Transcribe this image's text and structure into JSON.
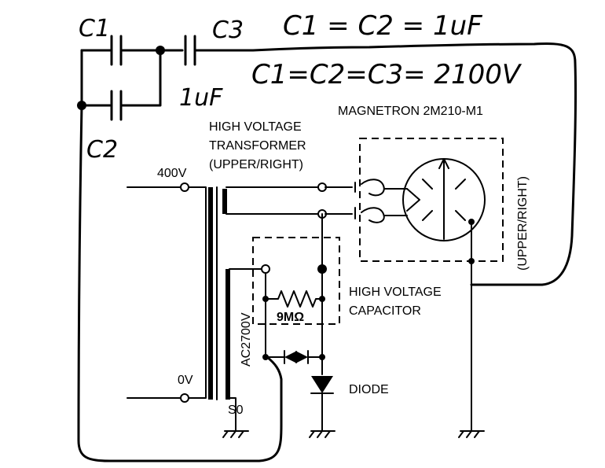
{
  "handwritten": {
    "c1": "C1",
    "c2": "C2",
    "c3": "C3",
    "c3_value": "1uF",
    "note_1": "C1 = C2 = 1uF",
    "note_2": "C1=C2=C3= 2100V"
  },
  "labels": {
    "transformer": [
      "HIGH VOLTAGE",
      "TRANSFORMER",
      "(UPPER/RIGHT)"
    ],
    "magnetron": "MAGNETRON 2M210-M1",
    "upper_right_vertical": "(UPPER/RIGHT)",
    "input_400v": "400V",
    "input_0v": "0V",
    "secondary_voltage": "AC2700V",
    "resistor": "9MΩ",
    "capacitor": [
      "HIGH VOLTAGE",
      "CAPACITOR"
    ],
    "diode": "DIODE",
    "s0": "S0"
  }
}
